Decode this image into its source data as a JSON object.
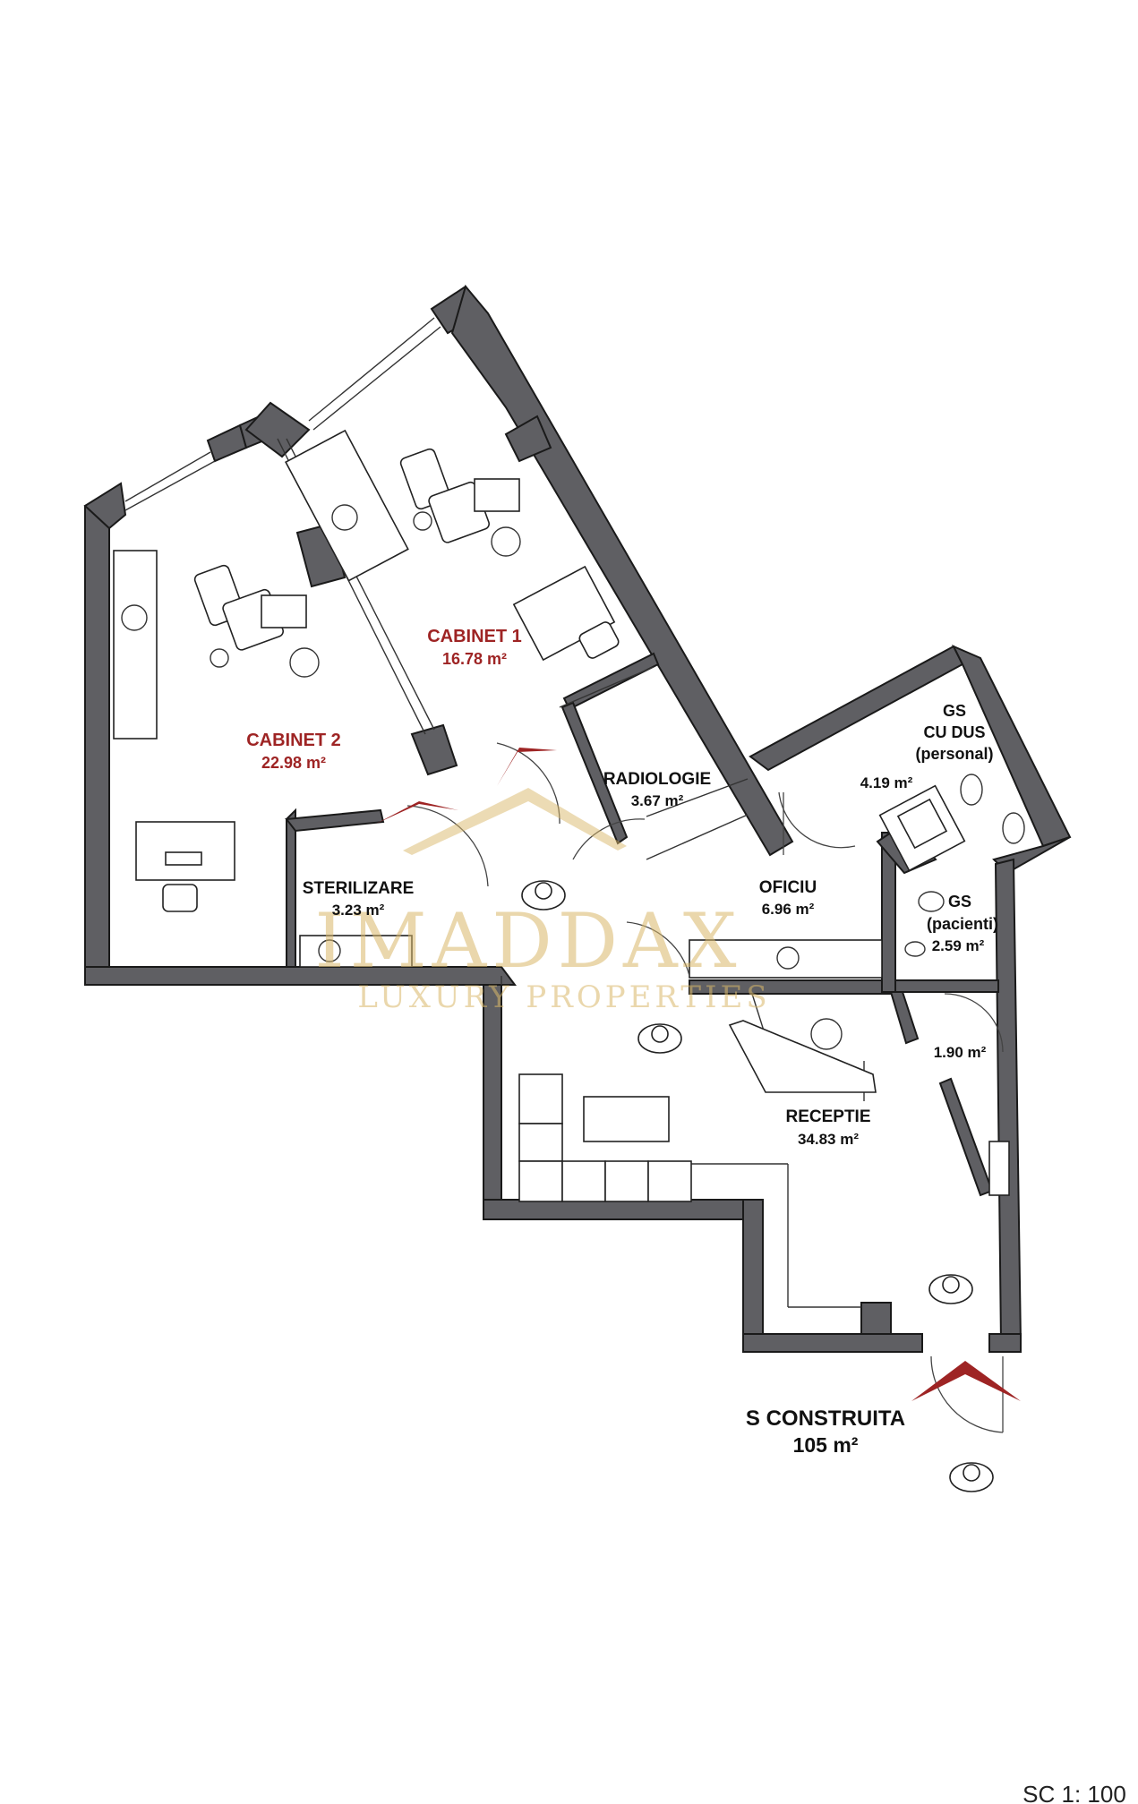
{
  "rooms": {
    "cabinet1": {
      "name": "CABINET 1",
      "area": "16.78 m²"
    },
    "cabinet2": {
      "name": "CABINET 2",
      "area": "22.98 m²"
    },
    "radiologie": {
      "name": "RADIOLOGIE",
      "area": "3.67 m²"
    },
    "sterilizare": {
      "name": "STERILIZARE",
      "area": "3.23 m²"
    },
    "oficiu": {
      "name": "OFICIU",
      "area": "6.96 m²"
    },
    "gs_personal": {
      "line1": "GS",
      "line2": "CU DUS",
      "line3": "(personal)",
      "area": "4.19 m²"
    },
    "gs_pacienti": {
      "line1": "GS",
      "line2": "(pacienti)",
      "area": "2.59 m²"
    },
    "hall": {
      "area": "1.90 m²"
    },
    "receptie": {
      "name": "RECEPTIE",
      "area": "34.83 m²"
    }
  },
  "total": {
    "label": "S CONSTRUITA",
    "area": "105 m²"
  },
  "watermark": {
    "brand": "IMADDAX",
    "tagline": "LUXURY PROPERTIES"
  },
  "scale": {
    "text": "SC 1: 100"
  },
  "colors": {
    "wall": "#5f5f63",
    "accent": "#9e2424",
    "watermark": "#d9b86a"
  }
}
